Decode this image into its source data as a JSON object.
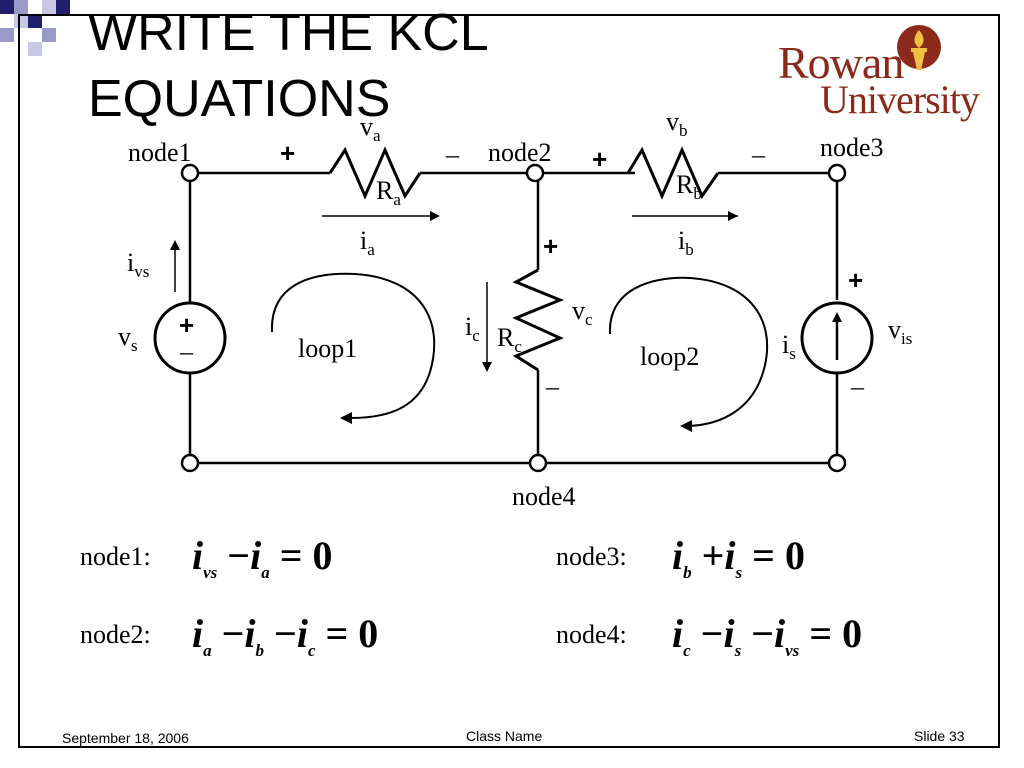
{
  "slide": {
    "title": "WRITE THE KCL\nEQUATIONS",
    "logo": {
      "line1": "Rowan",
      "line2": "University"
    }
  },
  "circuit": {
    "nodes": {
      "n1": "node1",
      "n2": "node2",
      "n3": "node3",
      "n4": "node4"
    },
    "plus": "+",
    "minus": "–",
    "va": {
      "base": "v",
      "sub": "a"
    },
    "vb": {
      "base": "v",
      "sub": "b"
    },
    "vc": {
      "base": "v",
      "sub": "c"
    },
    "vs": {
      "base": "v",
      "sub": "s"
    },
    "vis": {
      "base": "v",
      "sub": "is"
    },
    "Ra": {
      "base": "R",
      "sub": "a"
    },
    "Rb": {
      "base": "R",
      "sub": "b"
    },
    "Rc": {
      "base": "R",
      "sub": "c"
    },
    "ia": {
      "base": "i",
      "sub": "a"
    },
    "ib": {
      "base": "i",
      "sub": "b"
    },
    "ic": {
      "base": "i",
      "sub": "c"
    },
    "ivs": {
      "base": "i",
      "sub": "vs"
    },
    "is": {
      "base": "i",
      "sub": "s"
    },
    "loop1": "loop1",
    "loop2": "loop2"
  },
  "equations": [
    {
      "label": "node1:",
      "terms": [
        "i",
        "vs",
        "−",
        "i",
        "a",
        "= 0"
      ]
    },
    {
      "label": "node2:",
      "terms": [
        "i",
        "a",
        "−",
        "i",
        "b",
        "−",
        "i",
        "c",
        "= 0"
      ]
    },
    {
      "label": "node3:",
      "terms": [
        "i",
        "b",
        "+",
        "i",
        "s",
        "= 0"
      ]
    },
    {
      "label": "node4:",
      "terms": [
        "i",
        "c",
        "−",
        "i",
        "s",
        "−",
        "i",
        "vs",
        "= 0"
      ]
    }
  ],
  "footer": {
    "date": "September 18, 2006",
    "class": "Class Name",
    "slide": "Slide 33"
  },
  "colors": {
    "logo": "#8b2a1a",
    "corner_dark": "#1f1f6e",
    "corner_light": "#9a9ac8"
  }
}
